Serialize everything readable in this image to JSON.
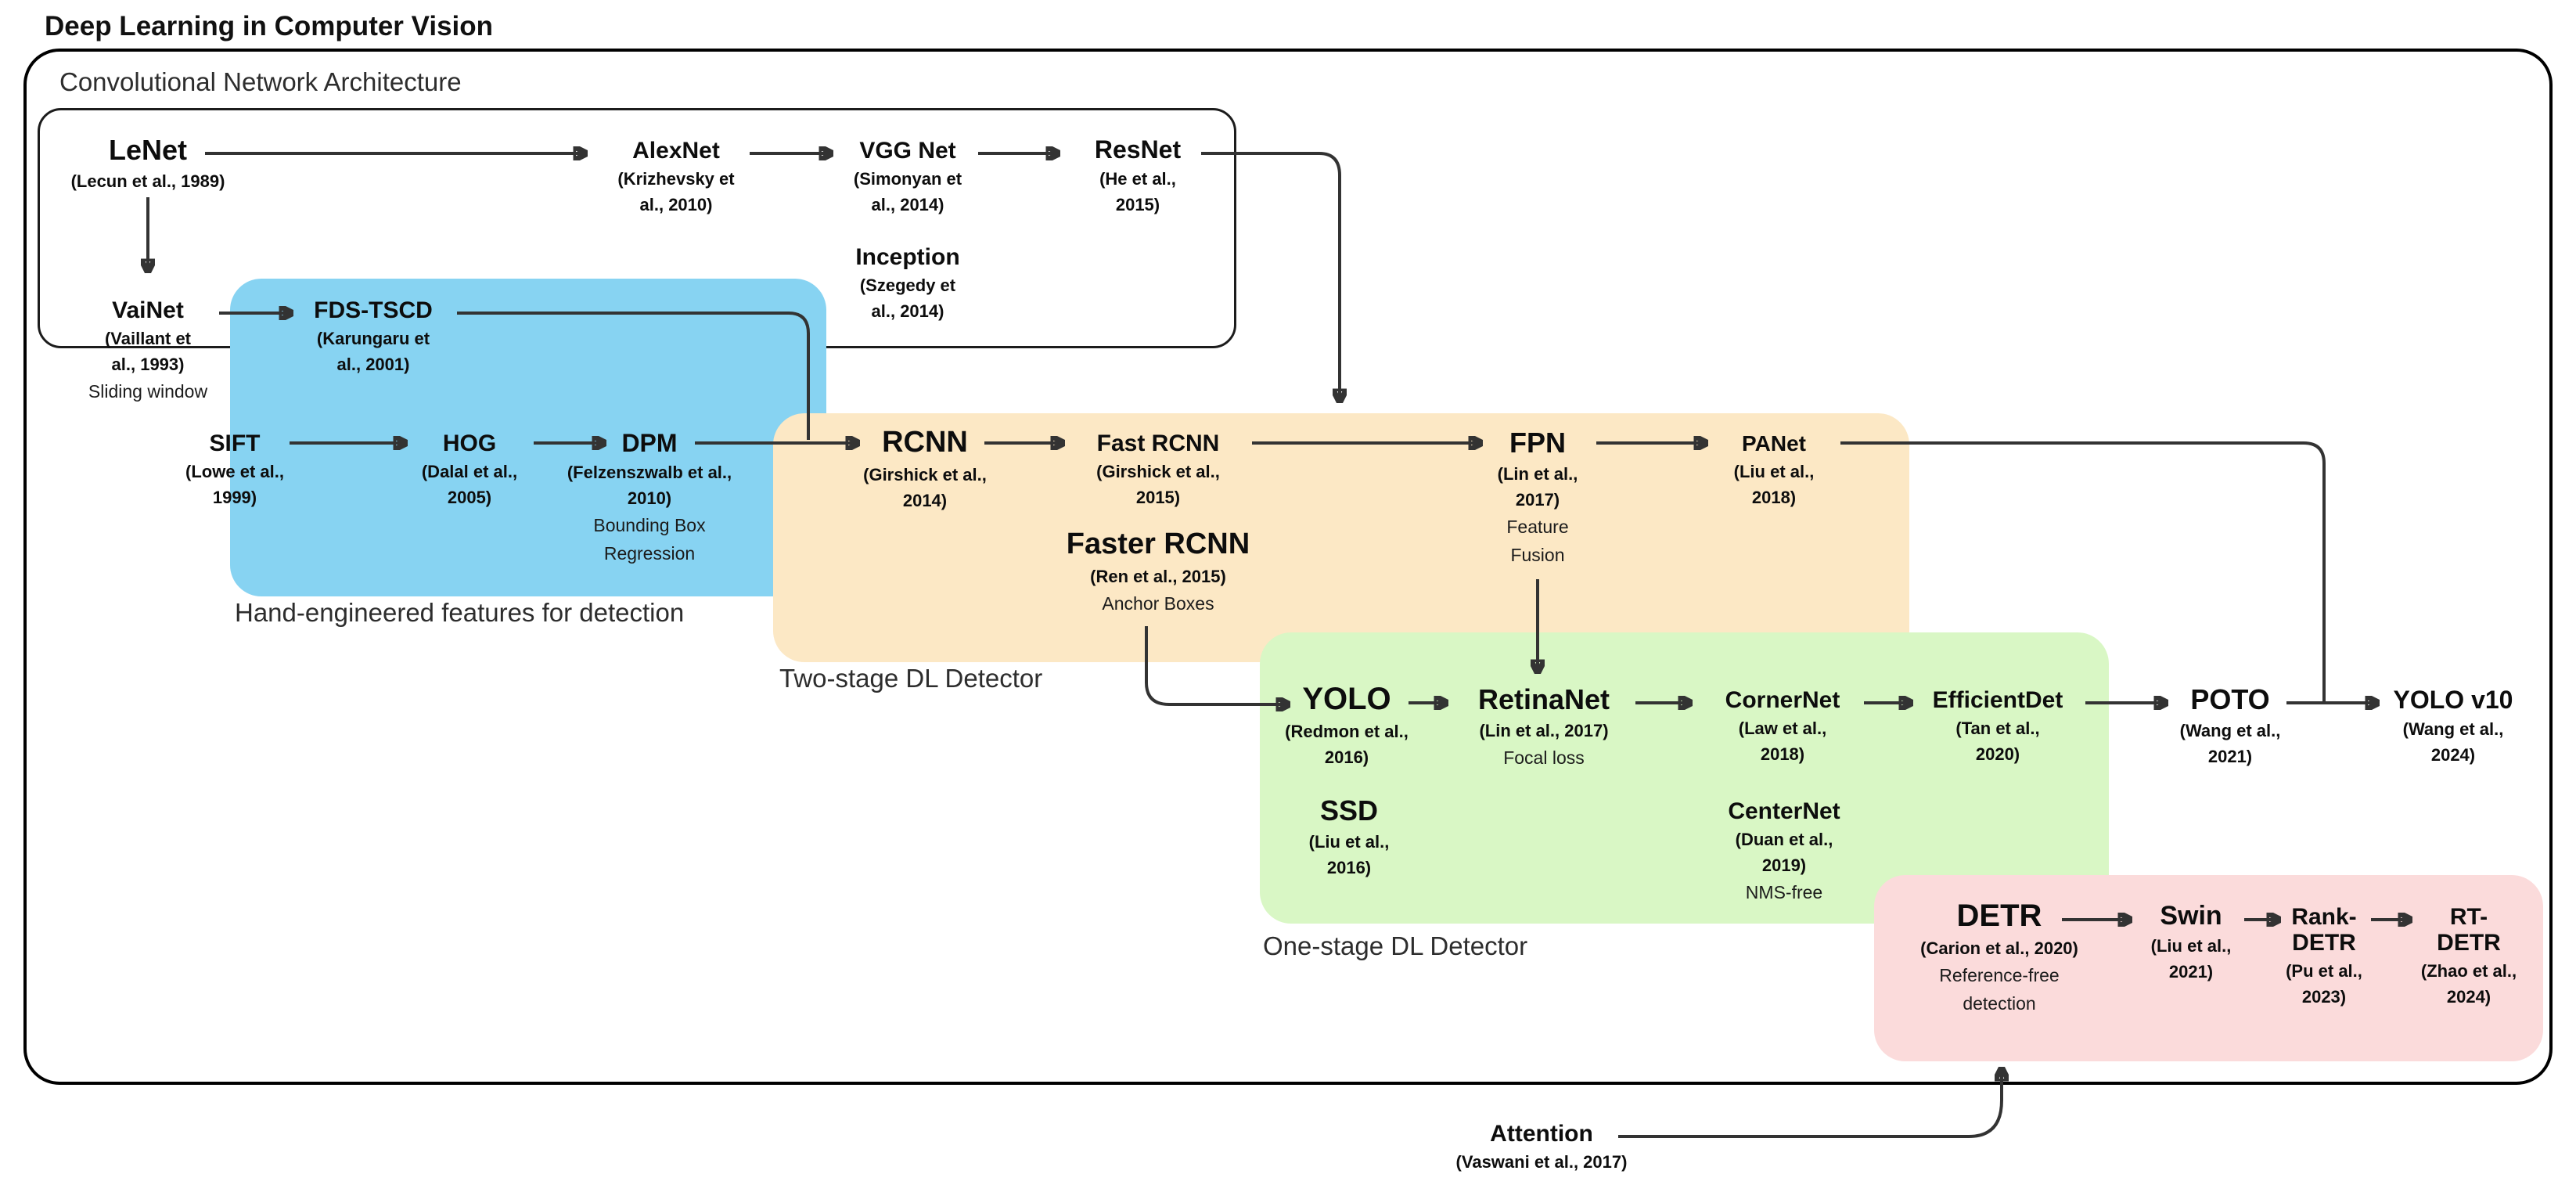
{
  "page_title": "Deep Learning in Computer Vision",
  "sections": {
    "cnn": {
      "label": "Convolutional Network Architecture"
    },
    "blue": {
      "label": "Hand-engineered features for detection",
      "color": "#87d3f2"
    },
    "orange": {
      "label": "Two-stage DL Detector",
      "color": "#fce8c5"
    },
    "green": {
      "label": "One-stage DL Detector",
      "color": "#d9f7c5"
    },
    "pink": {
      "color": "#fbdbdb"
    }
  },
  "nodes": {
    "lenet": {
      "title": "LeNet",
      "cites": [
        "(Lecun et al., 1989)"
      ]
    },
    "alexnet": {
      "title": "AlexNet",
      "cites": [
        "(Krizhevsky et",
        "al., 2010)"
      ]
    },
    "vggnet": {
      "title": "VGG Net",
      "cites": [
        "(Simonyan et",
        "al., 2014)"
      ]
    },
    "resnet": {
      "title": "ResNet",
      "cites": [
        "(He et al.,",
        "2015)"
      ]
    },
    "inception": {
      "title": "Inception",
      "cites": [
        "(Szegedy et",
        "al., 2014)"
      ]
    },
    "vainet": {
      "title": "VaiNet",
      "cites": [
        "(Vaillant et",
        "al., 1993)"
      ],
      "notes": [
        "Sliding window"
      ]
    },
    "fds": {
      "title": "FDS-TSCD",
      "cites": [
        "(Karungaru et",
        "al., 2001)"
      ]
    },
    "sift": {
      "title": "SIFT",
      "cites": [
        "(Lowe et al.,",
        "1999)"
      ]
    },
    "hog": {
      "title": "HOG",
      "cites": [
        "(Dalal et al.,",
        "2005)"
      ]
    },
    "dpm": {
      "title": "DPM",
      "cites": [
        "(Felzenszwalb et al.,",
        "2010)"
      ],
      "notes": [
        "Bounding Box",
        "Regression"
      ]
    },
    "rcnn": {
      "title": "RCNN",
      "cites": [
        "(Girshick et al.,",
        "2014)"
      ]
    },
    "fastrcnn": {
      "title": "Fast RCNN",
      "cites": [
        "(Girshick et al.,",
        "2015)"
      ]
    },
    "fpn": {
      "title": "FPN",
      "cites": [
        "(Lin et al.,",
        "2017)"
      ],
      "notes": [
        "Feature",
        "Fusion"
      ]
    },
    "panet": {
      "title": "PANet",
      "cites": [
        "(Liu et al.,",
        "2018)"
      ]
    },
    "fasterrcnn": {
      "title": "Faster RCNN",
      "cites": [
        "(Ren et al., 2015)"
      ],
      "notes": [
        "Anchor Boxes"
      ]
    },
    "yolo": {
      "title": "YOLO",
      "cites": [
        "(Redmon et al.,",
        "2016)"
      ]
    },
    "retinanet": {
      "title": "RetinaNet",
      "cites": [
        "(Lin et al., 2017)"
      ],
      "notes": [
        "Focal loss"
      ]
    },
    "cornernet": {
      "title": "CornerNet",
      "cites": [
        "(Law et al.,",
        "2018)"
      ]
    },
    "efficientdet": {
      "title": "EfficientDet",
      "cites": [
        "(Tan et al.,",
        "2020)"
      ]
    },
    "poto": {
      "title": "POTO",
      "cites": [
        "(Wang et al.,",
        "2021)"
      ]
    },
    "yolov10": {
      "title": "YOLO v10",
      "cites": [
        "(Wang et al.,",
        "2024)"
      ]
    },
    "ssd": {
      "title": "SSD",
      "cites": [
        "(Liu et al.,",
        "2016)"
      ]
    },
    "centernet": {
      "title": "CenterNet",
      "cites": [
        "(Duan et al.,",
        "2019)"
      ],
      "notes": [
        "NMS-free"
      ]
    },
    "detr": {
      "title": "DETR",
      "cites": [
        "(Carion et al., 2020)"
      ],
      "notes": [
        "Reference-free",
        "detection"
      ]
    },
    "swin": {
      "title": "Swin",
      "cites": [
        "(Liu et al.,",
        "2021)"
      ]
    },
    "rankdetr": {
      "title": "Rank-",
      "title2": "DETR",
      "cites": [
        "(Pu et al.,",
        "2023)"
      ]
    },
    "rtdetr": {
      "title": "RT-",
      "title2": "DETR",
      "cites": [
        "(Zhao et al.,",
        "2024)"
      ]
    },
    "attention": {
      "title": "Attention",
      "cites": [
        "(Vaswani et al.,  2017)"
      ]
    }
  }
}
